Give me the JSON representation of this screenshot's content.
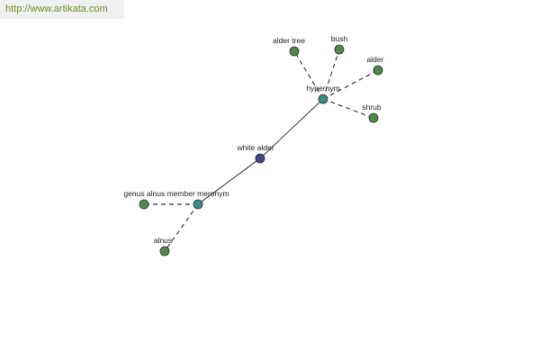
{
  "site_link": "http://www.artikata.com",
  "colors": {
    "leaf": "#4f8a4a",
    "hub": "#3c8c8c",
    "center": "#3a4a8c"
  },
  "graph": {
    "nodes": [
      {
        "id": "white_alder",
        "label": "white alder",
        "kind": "center"
      },
      {
        "id": "hypernym",
        "label": "hypernym",
        "kind": "hub"
      },
      {
        "id": "meronym",
        "label": "genus alnus member meronym",
        "kind": "hub"
      },
      {
        "id": "alder_tree",
        "label": "alder tree",
        "kind": "leaf"
      },
      {
        "id": "bush",
        "label": "bush",
        "kind": "leaf"
      },
      {
        "id": "alder",
        "label": "alder",
        "kind": "leaf"
      },
      {
        "id": "shrub",
        "label": "shrub",
        "kind": "leaf"
      },
      {
        "id": "alnus",
        "label": "alnus",
        "kind": "leaf"
      }
    ],
    "edges": [
      {
        "from": "white_alder",
        "to": "hypernym",
        "style": "solid"
      },
      {
        "from": "white_alder",
        "to": "meronym",
        "style": "solid"
      },
      {
        "from": "hypernym",
        "to": "alder_tree",
        "style": "dashed"
      },
      {
        "from": "hypernym",
        "to": "bush",
        "style": "dashed"
      },
      {
        "from": "hypernym",
        "to": "alder",
        "style": "dashed"
      },
      {
        "from": "hypernym",
        "to": "shrub",
        "style": "dashed"
      },
      {
        "from": "meronym",
        "to": "genus_alnus_leaf",
        "style": "dashed"
      },
      {
        "from": "meronym",
        "to": "alnus",
        "style": "dashed"
      }
    ]
  }
}
